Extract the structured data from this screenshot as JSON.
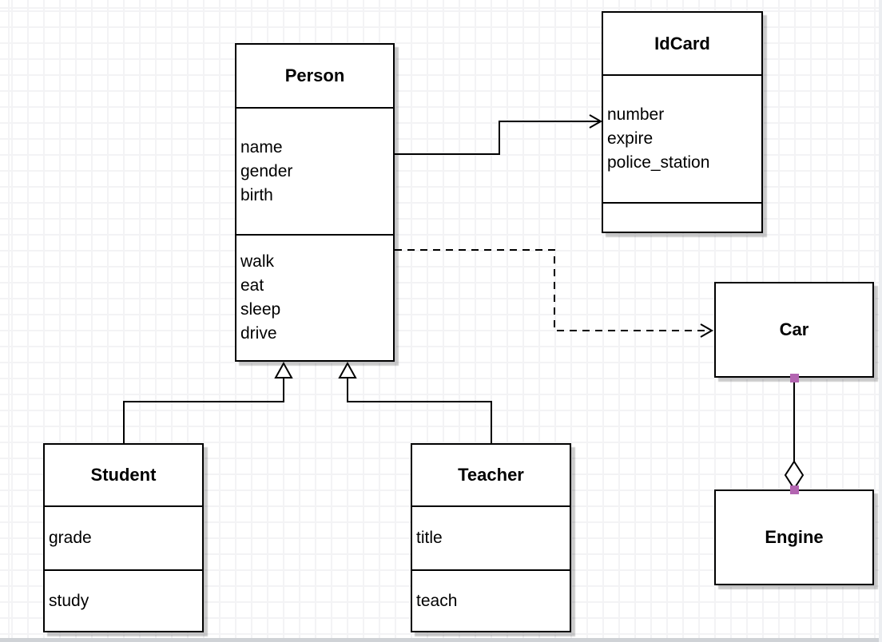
{
  "diagram": {
    "type": "uml-class-diagram",
    "classes": {
      "person": {
        "name": "Person",
        "attributes": [
          "name",
          "gender",
          "birth"
        ],
        "methods": [
          "walk",
          "eat",
          "sleep",
          "drive"
        ]
      },
      "idcard": {
        "name": "IdCard",
        "attributes": [
          "number",
          "expire",
          "police_station"
        ],
        "methods": []
      },
      "car": {
        "name": "Car"
      },
      "engine": {
        "name": "Engine"
      },
      "student": {
        "name": "Student",
        "attributes": [
          "grade"
        ],
        "methods": [
          "study"
        ]
      },
      "teacher": {
        "name": "Teacher",
        "attributes": [
          "title"
        ],
        "methods": [
          "teach"
        ]
      }
    },
    "relationships": [
      {
        "from": "Person",
        "to": "IdCard",
        "type": "association",
        "line": "solid",
        "arrow": "open-arrow"
      },
      {
        "from": "Person",
        "to": "Car",
        "type": "dependency",
        "line": "dashed",
        "arrow": "open-arrow"
      },
      {
        "from": "Student",
        "to": "Person",
        "type": "generalization",
        "line": "solid",
        "arrow": "hollow-triangle"
      },
      {
        "from": "Teacher",
        "to": "Person",
        "type": "generalization",
        "line": "solid",
        "arrow": "hollow-triangle"
      },
      {
        "from": "Car",
        "to": "Engine",
        "type": "aggregation",
        "line": "solid",
        "arrow": "hollow-diamond"
      }
    ],
    "colors": {
      "stroke": "#000000",
      "shape_fill": "#ffffff",
      "grid": "#f3f3f5",
      "shadow": "#cccccc",
      "endpoint_handle": "#b365b1"
    }
  }
}
